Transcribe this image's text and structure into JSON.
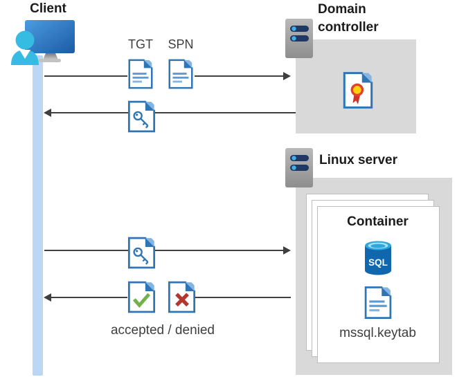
{
  "client": {
    "label": "Client"
  },
  "domain_controller": {
    "label": "Domain controller"
  },
  "linux_server": {
    "label": "Linux server"
  },
  "container": {
    "label": "Container",
    "sql_label": "SQL",
    "keytab_label": "mssql.keytab"
  },
  "messages": {
    "tgt_label": "TGT",
    "spn_label": "SPN",
    "accepted_denied_label": "accepted / denied"
  },
  "icons": {
    "client": "client-computer-user-icon",
    "server": "server-rack-icon",
    "ticket_document": "document-lines-icon",
    "key_ticket": "document-key-icon",
    "accepted": "document-checkmark-icon",
    "denied": "document-x-icon",
    "certificate": "document-certificate-icon",
    "database": "sql-database-cylinder-icon"
  },
  "colors": {
    "doc_border_blue": "#2e75b6",
    "doc_fold_light": "#85b4e0",
    "doc_text_lines": "#5b9bd5",
    "person_cyan": "#36bce2",
    "monitor_blue_light": "#4b9ce1",
    "monitor_blue_dark": "#1c5aa6",
    "server_navy": "#1f3864",
    "server_dot_cyan": "#45aee3",
    "zone_gray": "#d9d9d9",
    "arrow_gray": "#3f3f3f",
    "lifeline_blue": "#bcd7f5",
    "check_green": "#73b24a",
    "deny_red": "#b5352f",
    "cert_red": "#e4402e",
    "cert_yellow": "#fdd20a",
    "sql_body_blue": "#1067ad",
    "sql_rim_cyan": "#2ca6dd"
  }
}
